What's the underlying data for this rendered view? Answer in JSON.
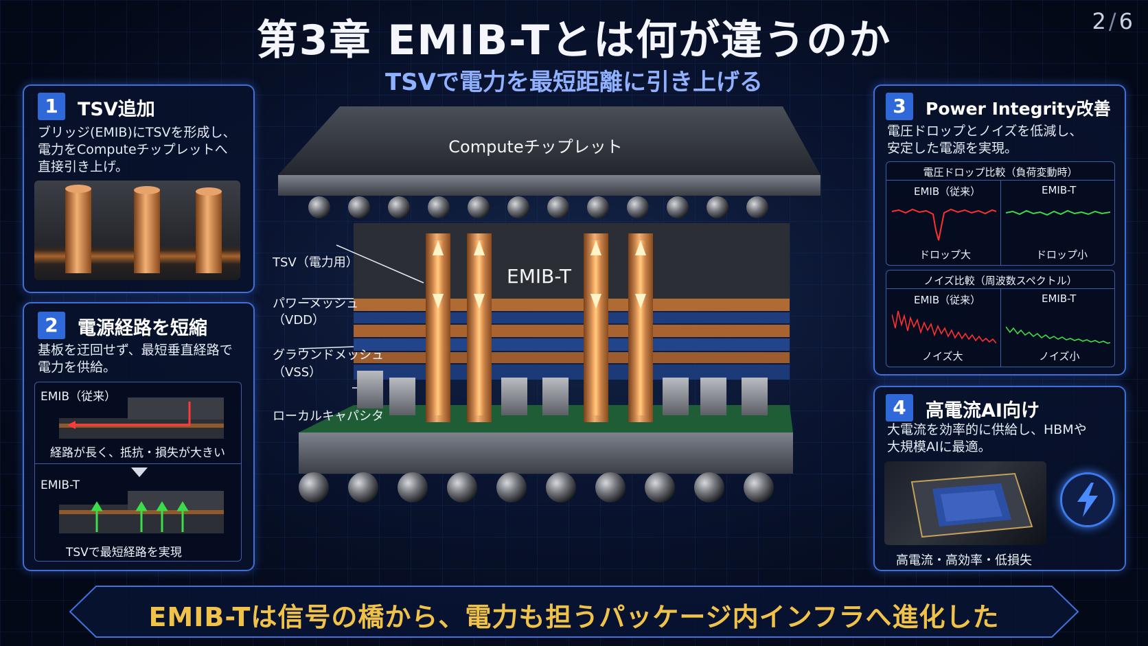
{
  "slide": {
    "title": "第3章 EMIB-Tとは何が違うのか",
    "subtitle": "TSVで電力を最短距離に引き上げる",
    "page_current": "2",
    "page_sep": "/",
    "page_total": "6"
  },
  "card1": {
    "num": "1",
    "title": "TSV追加",
    "desc1": "ブリッジ(EMIB)にTSVを形成し、",
    "desc2": "電力をComputeチップレットへ",
    "desc3": "直接引き上げ。"
  },
  "card2": {
    "num": "2",
    "title": "電源経路を短縮",
    "desc1": "基板を迂回せず、最短垂直経路で",
    "desc2": "電力を供給。",
    "old_label": "EMIB（従来）",
    "old_caption": "経路が長く、抵抗・損失が大きい",
    "new_label": "EMIB-T",
    "new_caption": "TSVで最短経路を実現"
  },
  "card3": {
    "num": "3",
    "title": "Power Integrity改善",
    "desc1": "電圧ドロップとノイズを低減し、",
    "desc2": "安定した電源を実現。",
    "drop_title": "電圧ドロップ比較（負荷変動時）",
    "drop_left": "EMIB（従来）",
    "drop_right": "EMIB-T",
    "drop_left_caption": "ドロップ大",
    "drop_right_caption": "ドロップ小",
    "noise_title": "ノイズ比較（周波数スペクトル）",
    "noise_left": "EMIB（従来）",
    "noise_right": "EMIB-T",
    "noise_left_caption": "ノイズ大",
    "noise_right_caption": "ノイズ小"
  },
  "card4": {
    "num": "4",
    "title": "高電流AI向け",
    "desc1": "大電流を効率的に供給し、HBMや",
    "desc2": "大規模AIに最適。",
    "caption": "高電流・高効率・低損失"
  },
  "diagram": {
    "compute_label": "Computeチップレット",
    "emib_label": "EMIB-T",
    "tsv_label": "TSV（電力用）",
    "power_mesh_1": "パワーメッシュ",
    "power_mesh_2": "（VDD）",
    "ground_mesh_1": "グラウンドメッシュ",
    "ground_mesh_2": "（VSS）",
    "local_cap": "ローカルキャパシタ"
  },
  "banner": {
    "text": "EMIB-Tは信号の橋から、電力も担うパッケージ内インフラへ進化した"
  },
  "colors": {
    "accent": "#2f68d9",
    "banner_text": "#f1c24a",
    "copper": "#c97a3a",
    "noise_red": "#ff3030",
    "noise_green": "#3ddc4a"
  },
  "icons": {
    "bolt": "lightning-bolt-icon"
  }
}
